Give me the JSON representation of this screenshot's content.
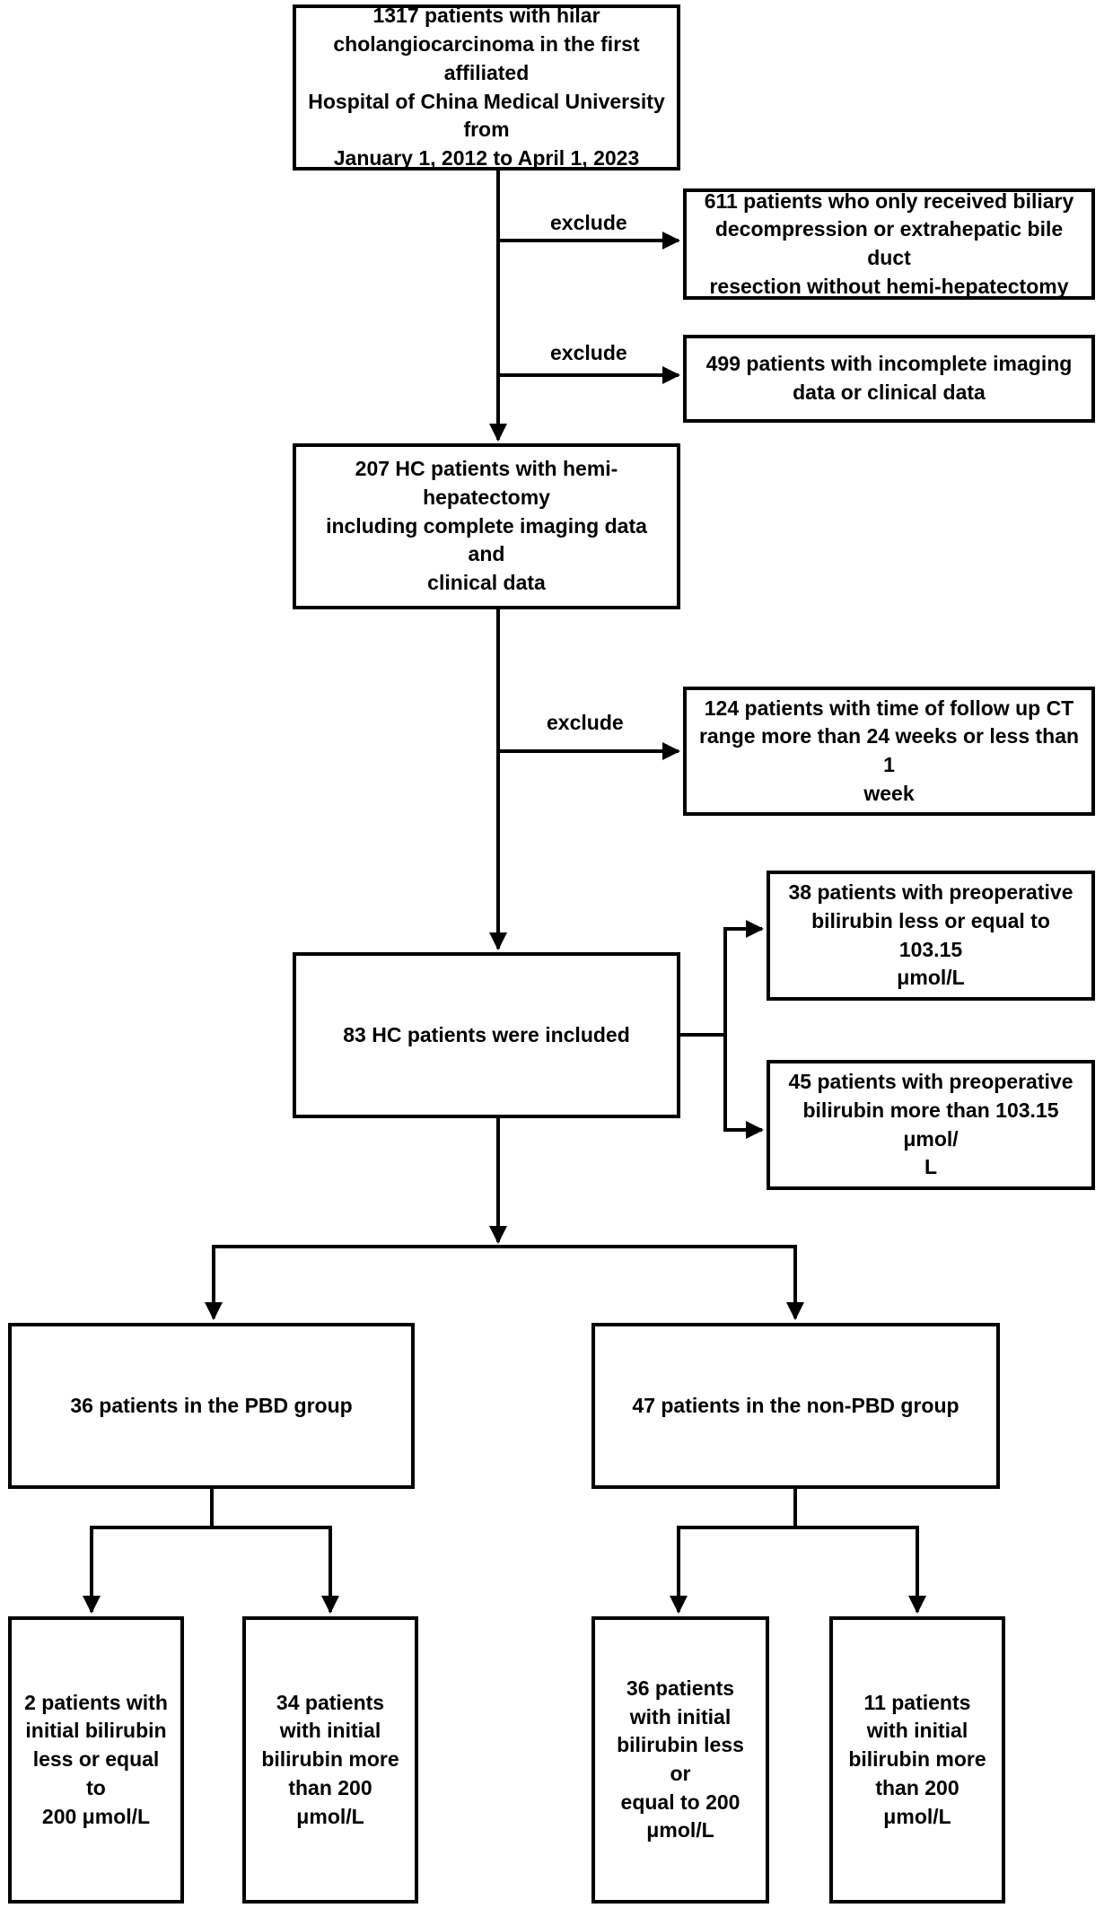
{
  "nodes": {
    "start": "1317 patients with hilar\ncholangiocarcinoma in the first affiliated\nHospital of China Medical University from\nJanuary 1, 2012 to April 1, 2023",
    "exclude_1": "611 patients who only received biliary\ndecompression or extrahepatic bile duct\nresection without hemi-hepatectomy",
    "exclude_2": "499 patients with incomplete imaging\ndata or clinical data",
    "hemi": "207 HC patients with hemi-hepatectomy\nincluding complete imaging data and\nclinical data",
    "exclude_3": "124 patients with time of follow up CT\nrange more than 24 weeks or less than 1\nweek",
    "included": "83 HC patients were included",
    "bili_low": "38 patients with preoperative\nbilirubin less or equal to 103.15\nμmol/L",
    "bili_high": "45 patients with preoperative\nbilirubin more than 103.15 μmol/\nL",
    "pbd": "36 patients in the PBD group",
    "non_pbd": "47 patients in the non-PBD group",
    "pbd_low": "2 patients with\ninitial bilirubin\nless or equal to\n200 μmol/L",
    "pbd_high": "34 patients\nwith initial\nbilirubin more\nthan 200 μmol/L",
    "non_pbd_low": "36 patients\nwith initial\nbilirubin less or\nequal to 200\nμmol/L",
    "non_pbd_high": "11 patients\nwith initial\nbilirubin more\nthan 200 μmol/L"
  },
  "labels": {
    "exclude_1": "exclude",
    "exclude_2": "exclude",
    "exclude_3": "exclude"
  },
  "colors": {
    "stroke": "#000000",
    "background": "#ffffff"
  }
}
